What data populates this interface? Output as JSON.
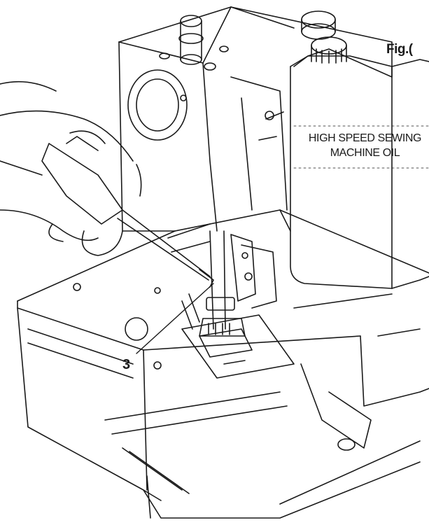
{
  "figure": {
    "label": "Fig.(",
    "oil_bottle": {
      "line1": "HIGH SPEED SEWING",
      "line2": "MACHINE OIL"
    },
    "callout": "3"
  },
  "colors": {
    "ink": "#1a1a1a",
    "background": "#ffffff"
  },
  "icons": [
    "hand-with-oiler",
    "sewing-machine",
    "oil-bottle",
    "leader-line"
  ]
}
